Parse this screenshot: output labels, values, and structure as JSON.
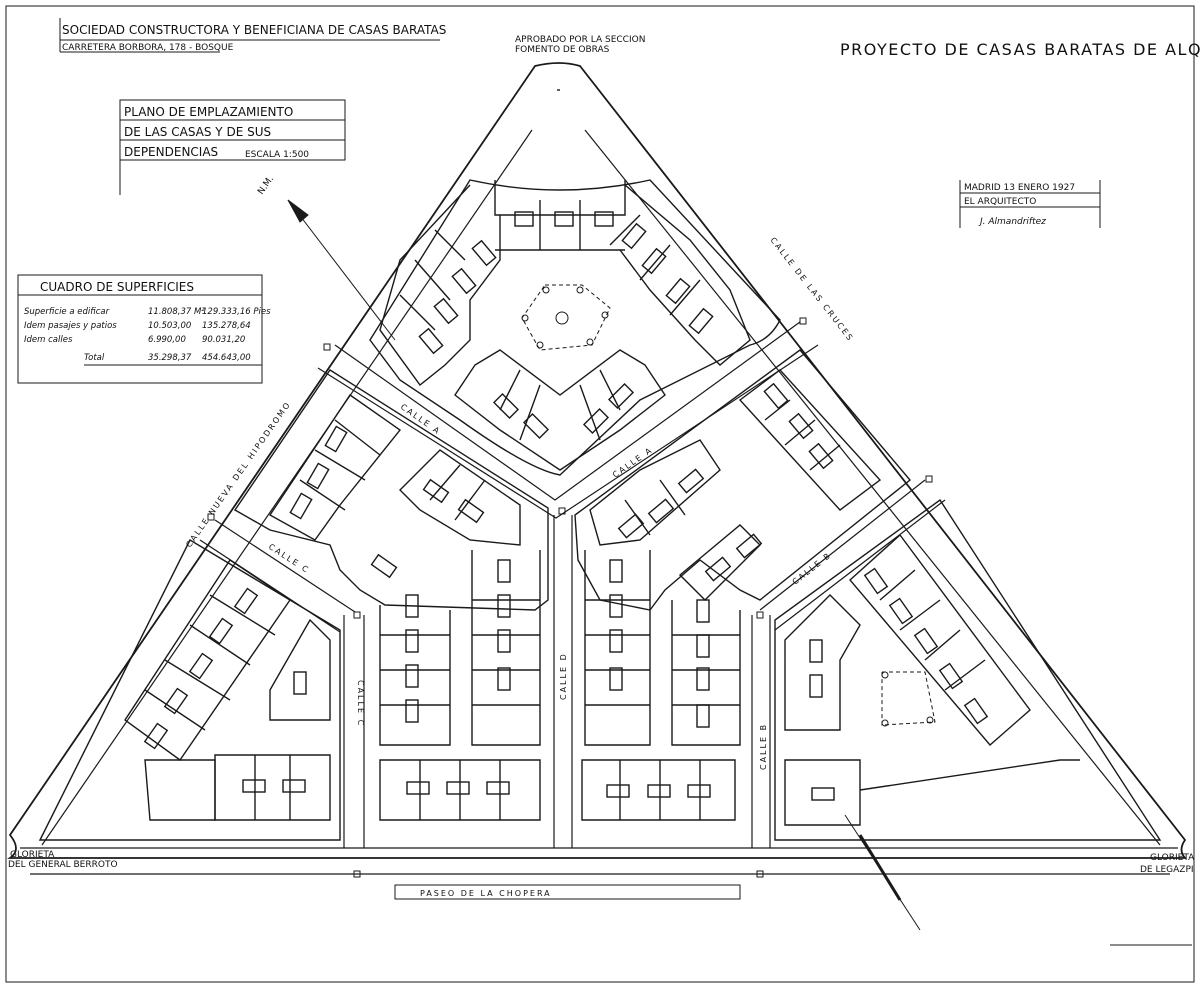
{
  "company": {
    "name": "SOCIEDAD CONSTRUCTORA Y BENEFICIANA DE CASAS BARATAS",
    "address": "CARRETERA BORBORA, 178 - BOSQUE"
  },
  "official_stamp": {
    "line1": "APROBADO POR LA SECCION",
    "line2": "FOMENTO DE OBRAS"
  },
  "project_title": "PROYECTO DE CASAS BARATAS DE ALQUILER",
  "plan_title": {
    "line1": "PLANO DE EMPLAZAMIENTO",
    "line2": "DE LAS CASAS Y DE SUS",
    "line3": "DEPENDENCIAS",
    "scale": "ESCALA 1:500"
  },
  "date_block": {
    "date": "MADRID 13 ENERO 1927",
    "role": "EL ARQUITECTO",
    "signature": "J. Almandriftez"
  },
  "areas_table": {
    "title": "CUADRO DE SUPERFICIES",
    "rows": [
      {
        "label": "Superficie a edificar",
        "m2": "11.808,37 M²",
        "feet": "129.333,16 Pies"
      },
      {
        "label": "Idem pasajes y patios",
        "m2": "10.503,00",
        "feet": "135.278,64"
      },
      {
        "label": "Idem calles",
        "m2": "6.990,00",
        "feet": "90.031,20"
      },
      {
        "label": "Total",
        "m2": "35.298,37",
        "feet": "454.643,00"
      }
    ]
  },
  "streets": {
    "left": "CALLE NUEVA DEL HIPODROMO",
    "right": "CALLE DE LAS CRUCES",
    "bottom": "PASEO DE LA CHOPERA",
    "calle_a": "CALLE A",
    "calle_a2": "CALLE A",
    "calle_b": "CALLE B",
    "calle_c": "CALLE C",
    "calle_c2": "CALLE C",
    "calle_d": "CALLE D",
    "calle_b2": "CALLE B"
  },
  "corners": {
    "left": "GLORIETA",
    "left_sub": "DEL GENERAL BERROTO",
    "right": "GLORIETA",
    "right_sub": "DE LEGAZPI"
  },
  "north_label": "N.M.",
  "colors": {
    "ink": "#1a1a1a",
    "paper": "#ffffff"
  }
}
